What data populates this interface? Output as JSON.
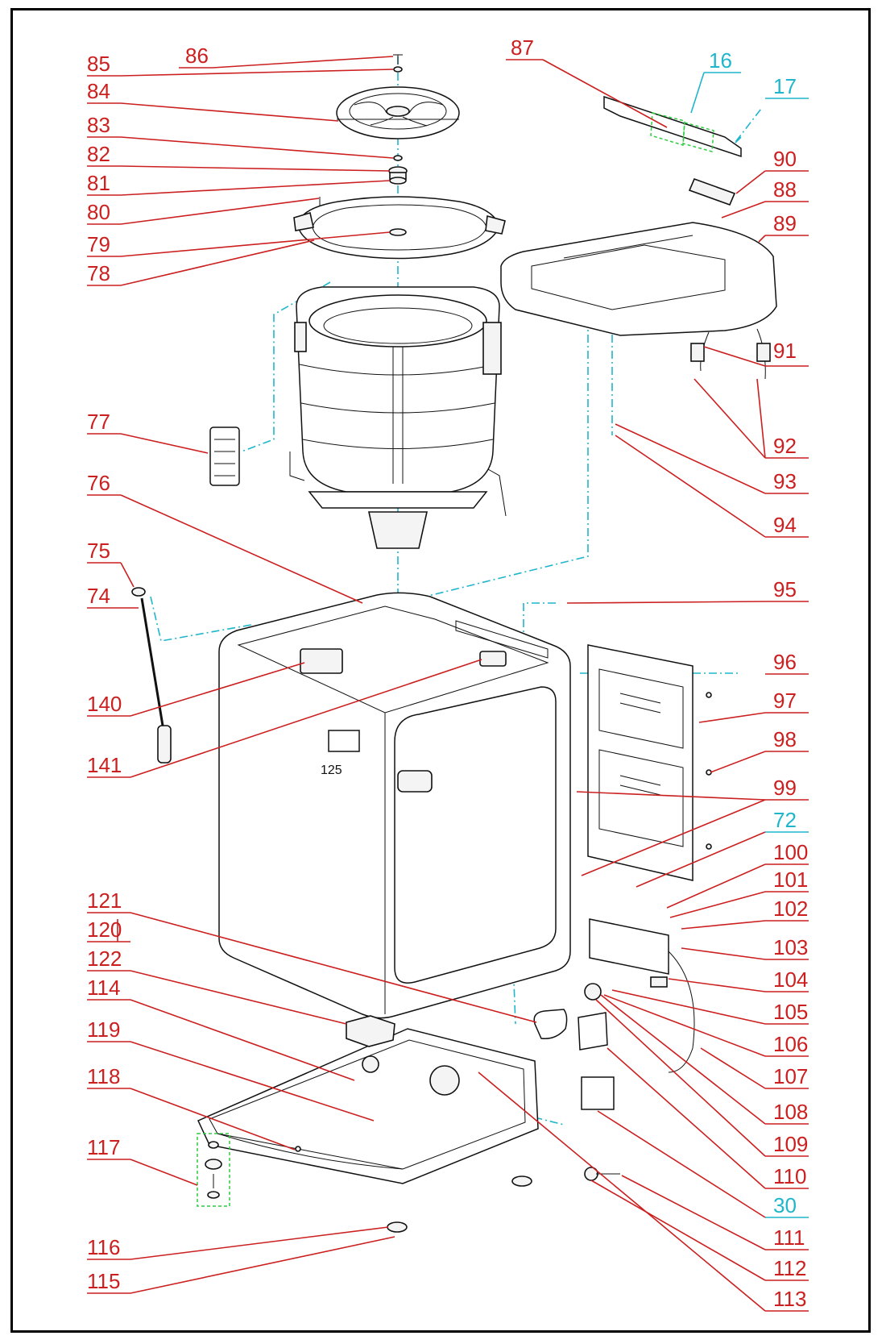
{
  "colors": {
    "label": "#cc1f1f",
    "accent_label": "#1fb6cc",
    "centerline": "#1fb6cc",
    "group_box": "#2ecc40"
  },
  "labels_left": [
    "85",
    "86",
    "84",
    "83",
    "82",
    "81",
    "80",
    "79",
    "78",
    "77",
    "76",
    "75",
    "74",
    "140",
    "141",
    "121",
    "120",
    "122",
    "114",
    "119",
    "118",
    "117",
    "116",
    "115"
  ],
  "labels_right": [
    "87",
    "16",
    "17",
    "90",
    "88",
    "89",
    "91",
    "92",
    "93",
    "94",
    "95",
    "96",
    "97",
    "98",
    "99",
    "72",
    "100",
    "101",
    "102",
    "103",
    "104",
    "105",
    "106",
    "107",
    "108",
    "109",
    "110",
    "30",
    "111",
    "112",
    "113"
  ],
  "body_text": "125",
  "cyan_labels": [
    "16",
    "17",
    "72",
    "30"
  ]
}
